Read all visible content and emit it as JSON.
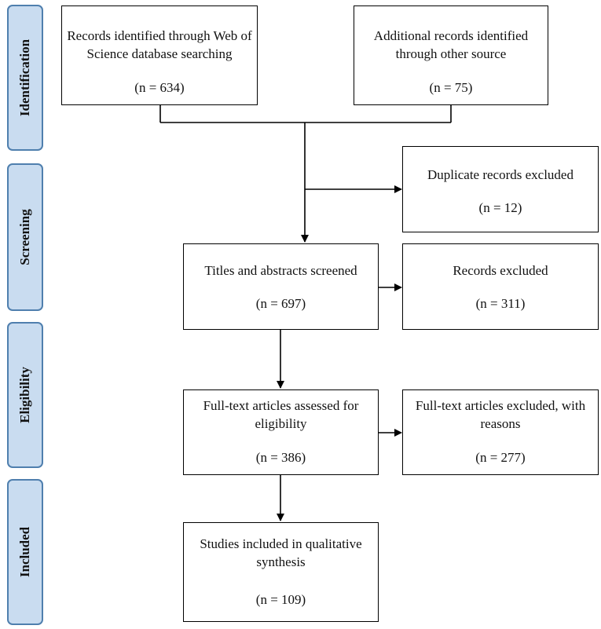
{
  "phases": {
    "identification": "Identification",
    "screening": "Screening",
    "eligibility": "Eligibility",
    "included": "Included"
  },
  "boxes": {
    "records_wos": {
      "text": "Records identified through Web of Science database searching",
      "n": "(n = 634)"
    },
    "records_other": {
      "text": "Additional records identified through other source",
      "n": "(n = 75)"
    },
    "duplicates": {
      "text": "Duplicate records excluded",
      "n": "(n = 12)"
    },
    "screened": {
      "text": "Titles and abstracts screened",
      "n": "(n = 697)"
    },
    "records_excluded": {
      "text": "Records excluded",
      "n": "(n = 311)"
    },
    "fulltext_assessed": {
      "text": "Full-text articles assessed for eligibility",
      "n": "(n = 386)"
    },
    "fulltext_excluded": {
      "text": "Full-text articles excluded, with reasons",
      "n": "(n = 277)"
    },
    "included": {
      "text": "Studies included in qualitative synthesis",
      "n": "(n = 109)"
    }
  }
}
